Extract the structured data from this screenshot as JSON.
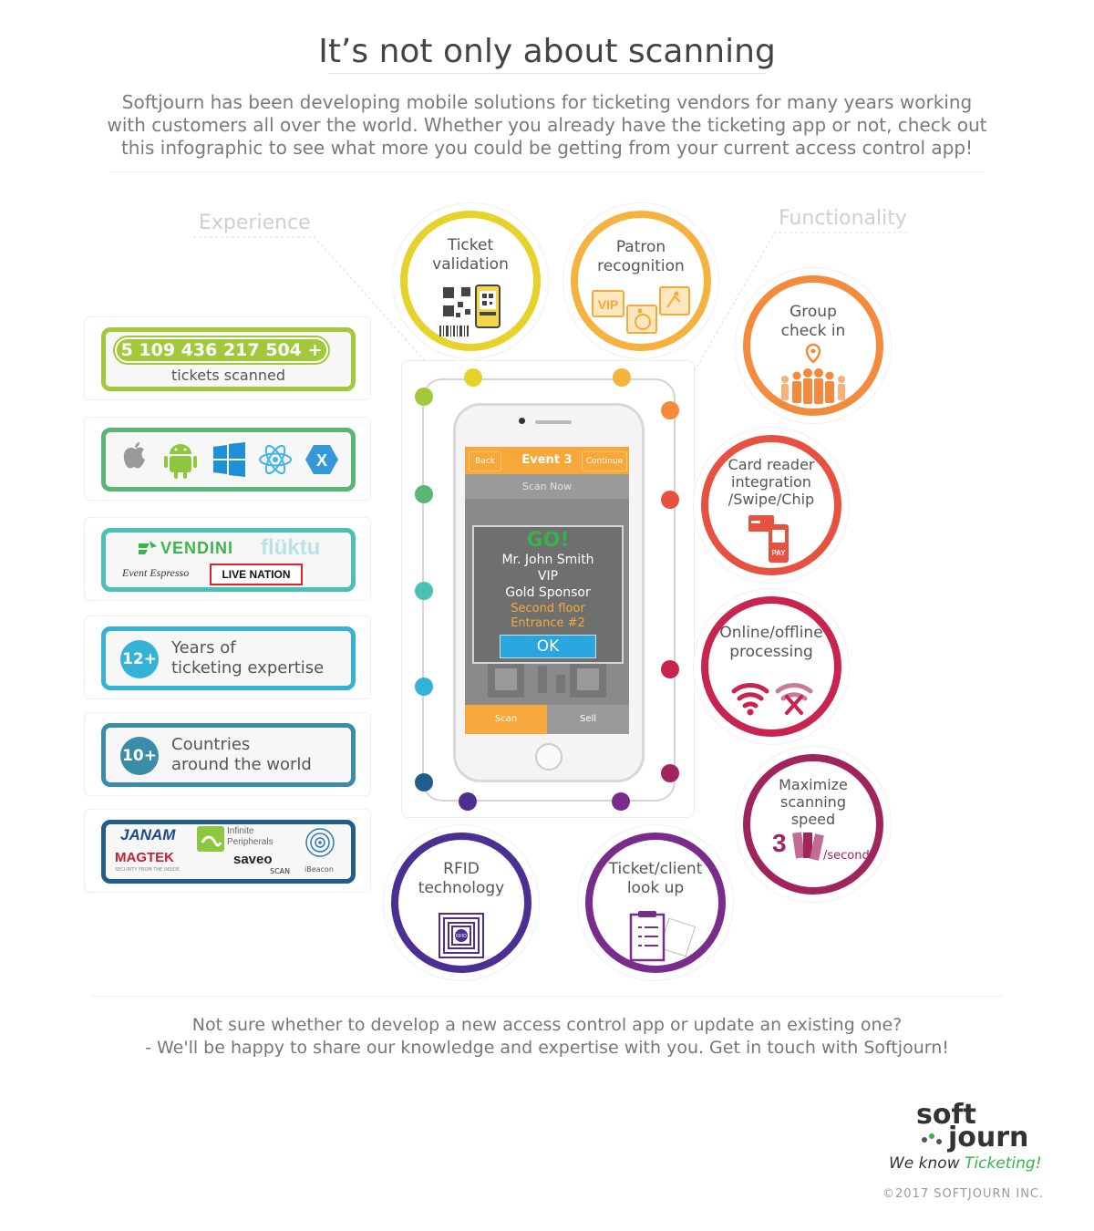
{
  "title": "It’s not only about scanning",
  "intro": [
    "Softjourn has been developing mobile solutions for ticketing vendors for many years working",
    "with customers all over the world. Whether you already have the ticketing app or not, check out",
    "this infographic to see what more you could be getting from your current access control app!"
  ],
  "labels": {
    "experience": "Experience",
    "functionality": "Functionality"
  },
  "experience": {
    "tickets": {
      "number": "5 109 436 217 504 +",
      "label": "tickets scanned",
      "color": "#a2c83c"
    },
    "platforms": {
      "items": [
        "apple-icon",
        "android-icon",
        "windows-icon",
        "react-icon",
        "xamarin-icon"
      ],
      "color": "#5bb574"
    },
    "partners": {
      "items": [
        "VENDINI",
        "flüktu",
        "Event Espresso",
        "LIVE NATION"
      ],
      "color": "#4bc0b4"
    },
    "years": {
      "badge": "12+",
      "line1": "Years of",
      "line2": "ticketing expertise",
      "color": "#35b3d7"
    },
    "countries": {
      "badge": "10+",
      "line1": "Countries",
      "line2": "around the world",
      "color": "#3a8ca8"
    },
    "hardware": {
      "items": [
        "JANAM",
        "Infinite",
        "Peripherals",
        "iBeacon",
        "MAGTEK",
        "SECURITY FROM THE INSIDE",
        "saveo",
        "SCAN"
      ],
      "color": "#205c8c"
    }
  },
  "features": {
    "ticket_validation": {
      "line1": "Ticket",
      "line2": "validation",
      "color": "#e6d22a",
      "icon": "qr-phone-icon"
    },
    "patron_recognition": {
      "line1": "Patron",
      "line2": "recognition",
      "color": "#f6b23e",
      "icon": "vip-icon",
      "vip_text": "VIP"
    },
    "group_check_in": {
      "line1": "Group",
      "line2": "check in",
      "color": "#f48a3c",
      "icon": "group-icon"
    },
    "card_reader": {
      "line1": "Card reader",
      "line2": "integration",
      "line3": "/Swipe/Chip",
      "color": "#e8503f",
      "icon": "card-reader-icon",
      "pay_text": "PAY"
    },
    "online_offline": {
      "line1": "Online/offline",
      "line2": "processing",
      "color": "#c8244f",
      "icon": "wifi-icon"
    },
    "maximize_speed": {
      "line1": "Maximize",
      "line2": "scanning",
      "line3": "speed",
      "number": "3",
      "unit": "/second",
      "color": "#a0255d",
      "icon": "tickets-icon"
    },
    "ticket_lookup": {
      "line1": "Ticket/client",
      "line2": "look up",
      "color": "#7a2c8c",
      "icon": "clipboard-icon"
    },
    "rfid": {
      "line1": "RFID",
      "line2": "technology",
      "color": "#4b2f92",
      "icon": "rfid-icon",
      "chip_text": "RFID"
    }
  },
  "phone": {
    "back": "Back",
    "event": "Event 3",
    "continue": "Continue",
    "scan_now": "Scan Now",
    "go": "GO!",
    "name": "Mr. John Smith",
    "tier": "VIP",
    "sponsor": "Gold Sponsor",
    "floor": "Second floor",
    "entrance": "Entrance #2",
    "ok": "OK",
    "tab_scan": "Scan",
    "tab_sell": "Sell"
  },
  "footer": {
    "line1": "Not sure whether to develop a new access control app or update an existing one?",
    "line2": "- We'll be happy to share our knowledge and expertise with you. Get in touch with Softjourn!"
  },
  "logo": {
    "soft": "soft",
    "journ": "journ",
    "tagline_start": "We know ",
    "tagline_end": "Ticketing!"
  },
  "copyright": "©2017 SOFTJOURN INC."
}
